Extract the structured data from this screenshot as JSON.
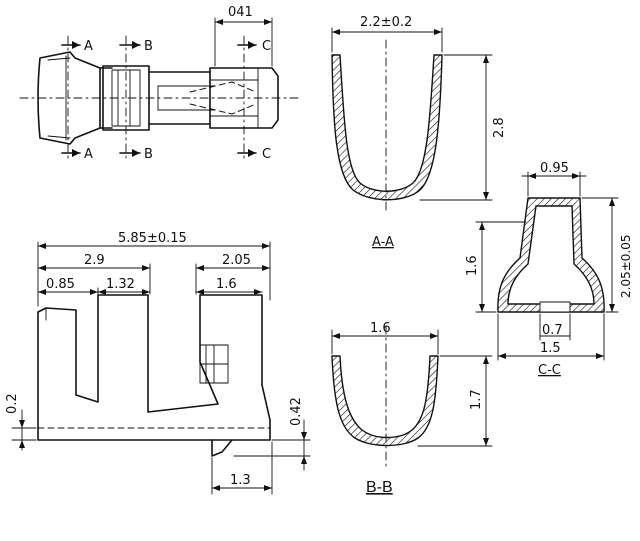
{
  "section_markers": {
    "a_top": "A",
    "a_bottom": "A",
    "b_top": "B",
    "b_bottom": "B",
    "c_top": "C",
    "c_bottom": "C"
  },
  "top_view": {
    "dim_width": "041"
  },
  "section_aa": {
    "dim_width": "2.2±0.2",
    "dim_height": "2.8",
    "label": "A-A"
  },
  "section_cc": {
    "dim_top": "0.95",
    "dim_height_left": "1.6",
    "dim_height_right": "2.05±0.05",
    "dim_slot": "0.7",
    "dim_bottom": "1.5",
    "label": "C-C"
  },
  "side_view": {
    "dim_total": "5.85±0.15",
    "dim_a": "2.9",
    "dim_b": "2.05",
    "dim_c": "0.85",
    "dim_d": "1.32",
    "dim_e": "1.6",
    "dim_left": "0.2",
    "dim_right": "0.42",
    "dim_bottom": "1.3"
  },
  "section_bb": {
    "dim_width": "1.6",
    "dim_height": "1.7",
    "label": "B-B"
  }
}
